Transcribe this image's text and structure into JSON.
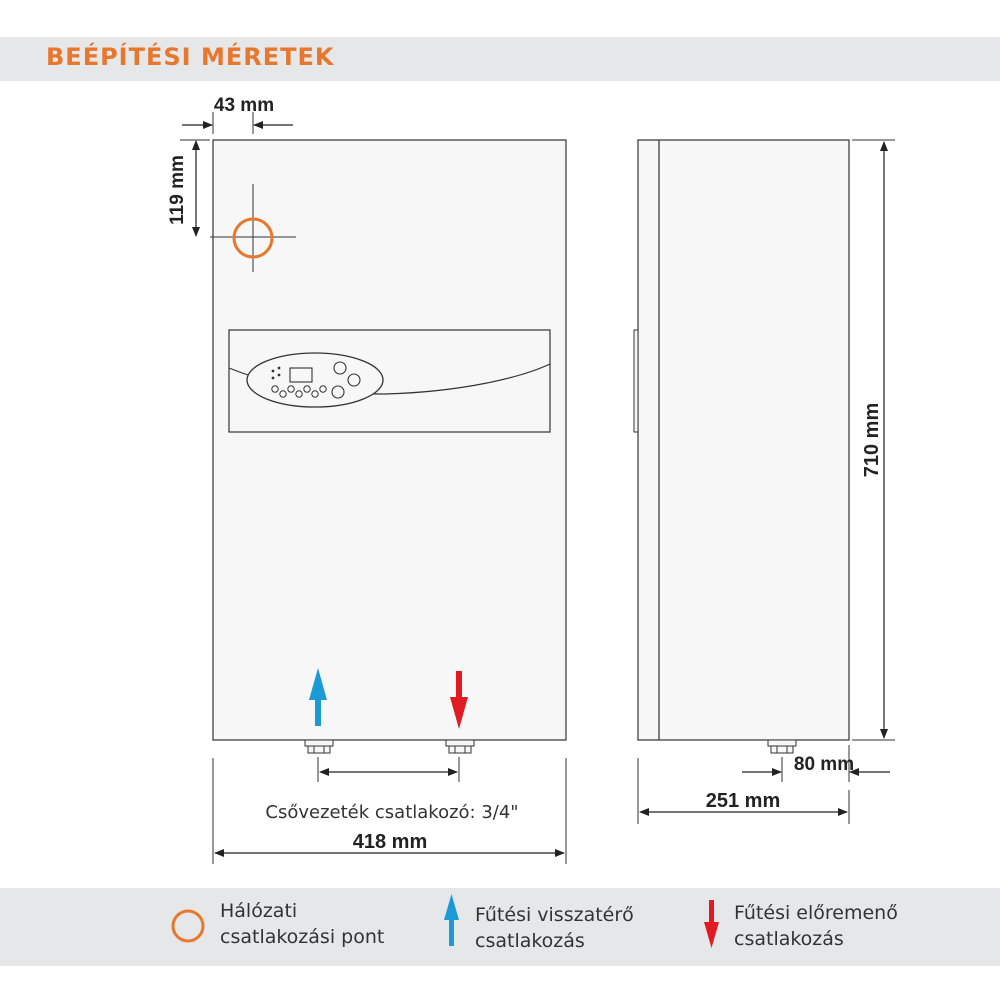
{
  "title": "BEÉPÍTÉSI MÉRETEK",
  "dimensions": {
    "top_offset": "43 mm",
    "top_height": "119 mm",
    "height": "710 mm",
    "width": "418 mm",
    "depth": "251 mm",
    "pipe_offset": "80 mm"
  },
  "pipe_connection_note": "Csővezeték csatlakozó: 3/4\"",
  "legend": {
    "mains": {
      "line1": "Hálózati",
      "line2": "csatlakozási pont"
    },
    "return": {
      "line1": "Fűtési visszatérő",
      "line2": "csatlakozás"
    },
    "flow": {
      "line1": "Fűtési előremenő",
      "line2": "csatlakozás"
    }
  },
  "colors": {
    "accent": "#e8772e",
    "return_arrow": "#1b9ad6",
    "flow_arrow": "#e01b24",
    "panel": "#e6e7e8"
  }
}
